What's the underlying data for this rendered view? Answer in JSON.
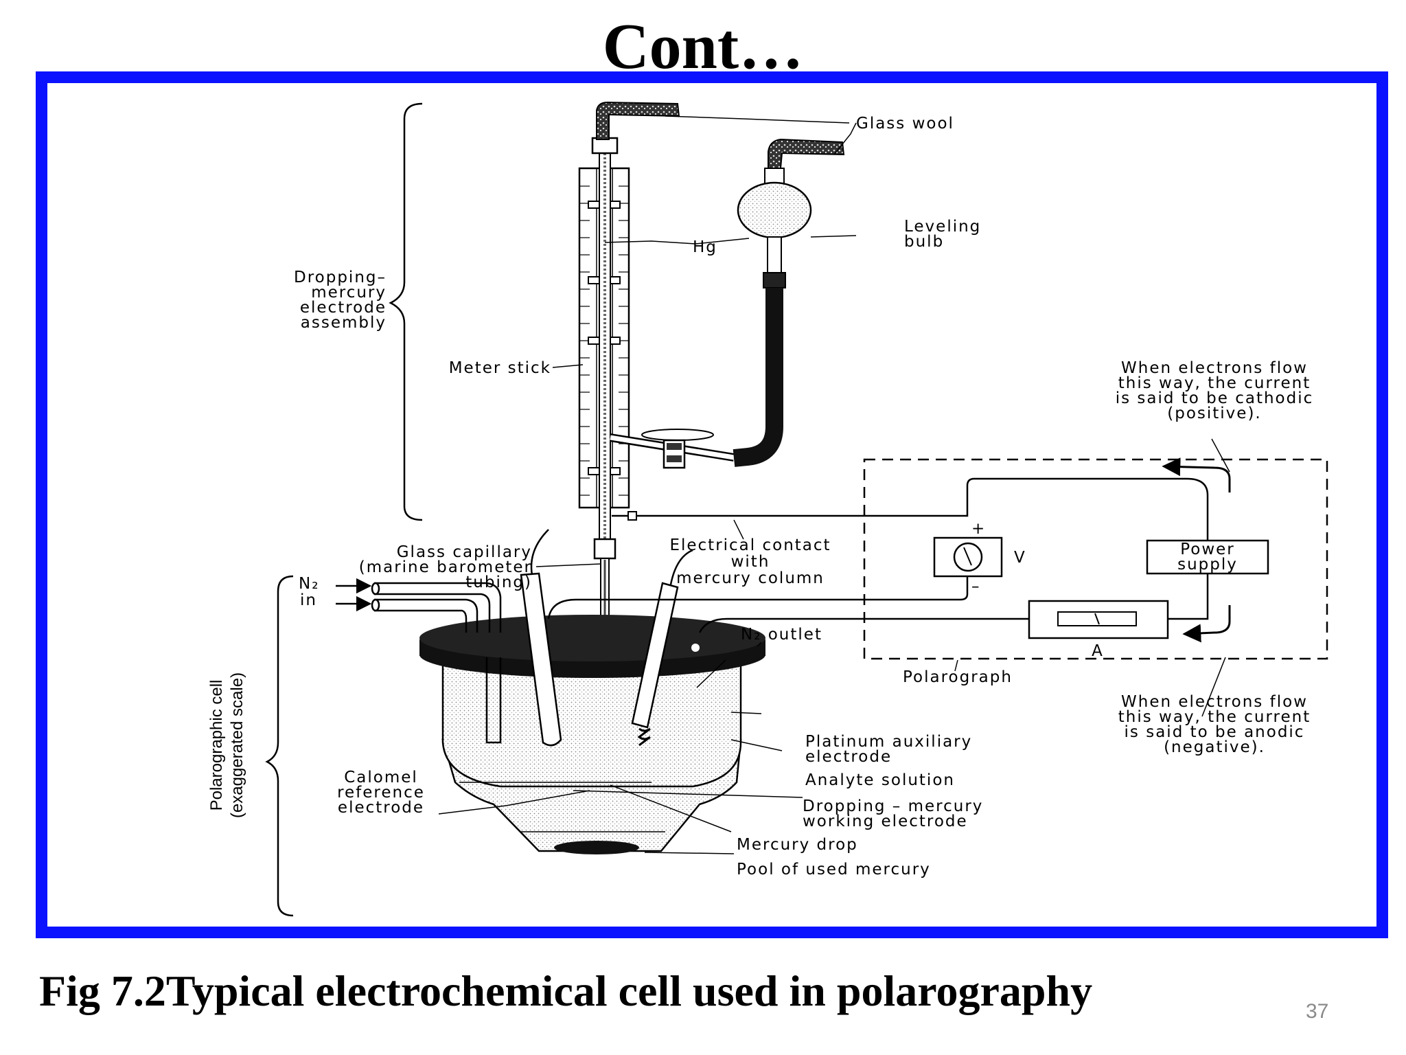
{
  "slide": {
    "title": "Cont…",
    "caption": "Fig 7.2Typical electrochemical cell used in polarography",
    "page_number": "37"
  },
  "colors": {
    "frame": "#0a12ff",
    "page_number": "#8a8a8a"
  },
  "labels": {
    "glass_wool": "Glass wool",
    "leveling_bulb": [
      "Leveling",
      "bulb"
    ],
    "hg": "Hg",
    "dme_assembly": [
      "Dropping–",
      "mercury",
      "electrode",
      "assembly"
    ],
    "meter_stick": "Meter stick",
    "cathodic_note": [
      "When electrons flow",
      "this way, the current",
      "is said to be cathodic",
      "(positive)."
    ],
    "glass_capillary": [
      "Glass capillary",
      "(marine barometer",
      "tubing)"
    ],
    "electrical_contact": [
      "Electrical contact",
      "with",
      "mercury column"
    ],
    "voltmeter": "V",
    "plus": "+",
    "minus": "–",
    "power_supply": [
      "Power",
      "supply"
    ],
    "ammeter": "A",
    "n2_in": [
      "N₂",
      "in"
    ],
    "n2_outlet": "N₂ outlet",
    "polarograph": "Polarograph",
    "anodic_note": [
      "When electrons flow",
      "this way, the current",
      "is said to be anodic",
      "(negative)."
    ],
    "polarographic_cell": [
      "Polarographic cell",
      "(exaggerated scale)"
    ],
    "platinum_electrode": [
      "Platinum auxiliary",
      "electrode"
    ],
    "analyte_solution": "Analyte solution",
    "calomel": [
      "Calomel",
      "reference",
      "electrode"
    ],
    "working_electrode": [
      "Dropping – mercury",
      "working electrode"
    ],
    "mercury_drop": "Mercury drop",
    "mercury_pool": "Pool of used mercury"
  }
}
